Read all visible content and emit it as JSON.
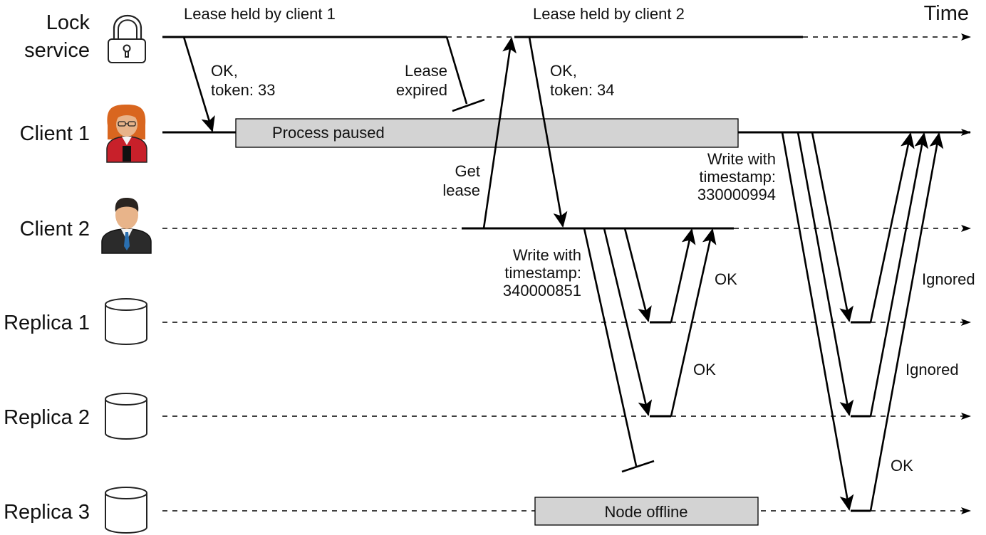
{
  "lanes": {
    "lock_service": "Lock\nservice",
    "client1": "Client 1",
    "client2": "Client 2",
    "replica1": "Replica 1",
    "replica2": "Replica 2",
    "replica3": "Replica 3"
  },
  "axis": {
    "time": "Time"
  },
  "notes": {
    "lease_client1": "Lease held by client 1",
    "lease_client2": "Lease held by client 2",
    "ok_token_33": "OK,\ntoken: 33",
    "lease_expired": "Lease\nexpired",
    "ok_token_34": "OK,\ntoken: 34",
    "get_lease": "Get\nlease",
    "write_client2": "Write with\ntimestamp:\n340000851",
    "write_client1": "Write with\ntimestamp:\n330000994",
    "ok_r1": "OK",
    "ok_r2": "OK",
    "ignored_r1": "Ignored",
    "ignored_r2": "Ignored",
    "ok_r3": "OK"
  },
  "boxes": {
    "process_paused": "Process paused",
    "node_offline": "Node offline"
  },
  "icons": {
    "lock_service": "padlock-icon",
    "client1": "woman-avatar-icon",
    "client2": "man-avatar-icon",
    "replica": "database-cylinder-icon"
  },
  "colors": {
    "box_fill": "#d3d3d3",
    "client1_shirt": "#c8202a",
    "client1_hair": "#d9661f",
    "client2_suit": "#2b2b2b",
    "client2_tie": "#2a6fb0",
    "skin": "#e8b48a"
  }
}
